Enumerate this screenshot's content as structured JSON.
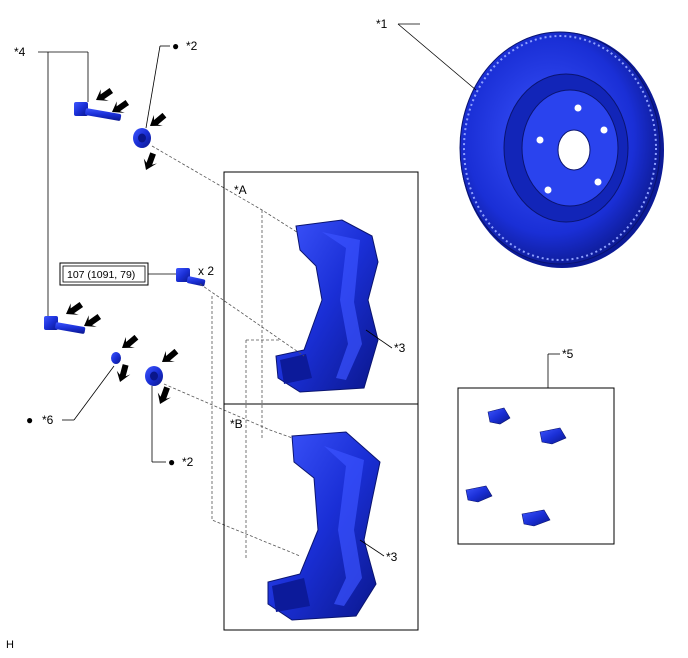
{
  "diagram": {
    "callouts": {
      "c1": "*1",
      "c2a": "*2",
      "c2b": "*2",
      "c3a": "*3",
      "c3b": "*3",
      "c4": "*4",
      "c5": "*5",
      "c6": "*6"
    },
    "panel_labels": {
      "a": "*A",
      "b": "*B"
    },
    "torque": {
      "value": "107 (1091, 79)",
      "qty": "x 2"
    },
    "bullet": "●",
    "corner_mark": "H",
    "colors": {
      "part": "#1a2fd6",
      "part_dark": "#0b1a8a",
      "part_light": "#4a63ff",
      "arrow": "#000000"
    }
  }
}
